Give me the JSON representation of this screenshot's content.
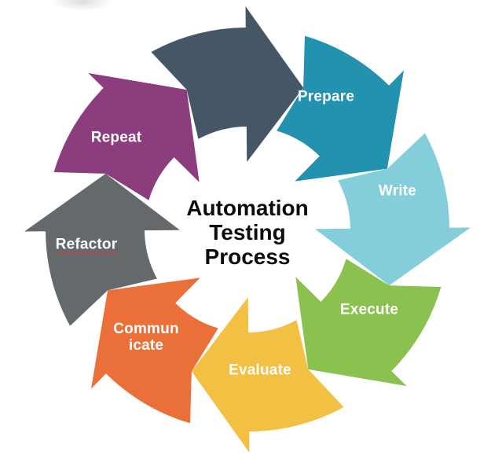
{
  "diagram": {
    "title": "Automation Testing Process",
    "title_lines": [
      "Automation",
      "Testing",
      "Process"
    ],
    "title_color": "#0c0c0c",
    "background_color": "#ffffff",
    "label_color": "#ffffff",
    "spellcheck_underline_color": "#e0342b",
    "segments": [
      {
        "id": "start",
        "label": "",
        "color": "#455767"
      },
      {
        "id": "prepare",
        "label": "Prepare",
        "color": "#2292AF"
      },
      {
        "id": "write",
        "label": "Write",
        "color": "#84CEDB"
      },
      {
        "id": "execute",
        "label": "Execute",
        "color": "#8BC24F"
      },
      {
        "id": "evaluate",
        "label": "Evaluate",
        "color": "#F2C043"
      },
      {
        "id": "communicate",
        "label": "Commun icate",
        "label_lines": [
          "Commun",
          "icate"
        ],
        "color": "#EB6F38"
      },
      {
        "id": "refactor",
        "label": "Refactor",
        "color": "#64696C",
        "spellcheck_underline": true
      },
      {
        "id": "repeat",
        "label": "Repeat",
        "color": "#8C3D7D"
      }
    ]
  }
}
